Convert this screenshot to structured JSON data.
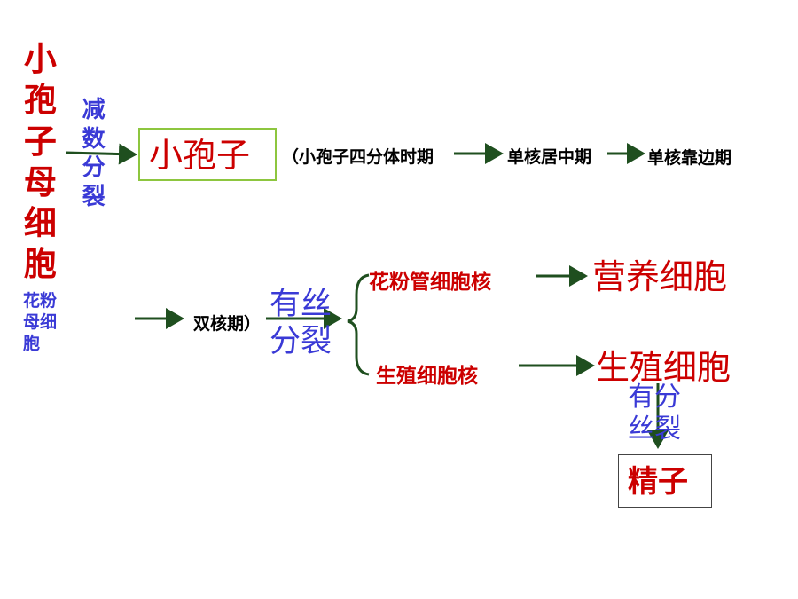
{
  "colors": {
    "red": "#cc0000",
    "blue": "#3a3ad6",
    "arrow": "#1f4f1f",
    "boxGreen": "#8dc63f"
  },
  "mother_cell": "小孢子母细胞",
  "pollen_mother_cell": "花粉母细胞",
  "meiosis": "减数分裂",
  "microspore": "小孢子",
  "stages": {
    "tetrad": "（小孢子四分体时期",
    "central": "单核居中期",
    "side": "单核靠边期",
    "binucleate": "双核期）"
  },
  "mitosis_1": "有丝分裂",
  "tube_nucleus": "花粉管细胞核",
  "generative_nucleus": "生殖细胞核",
  "vegetative_cell": "营养细胞",
  "generative_cell": "生殖细胞",
  "mitosis_2": "有分丝裂",
  "sperm": "精子"
}
